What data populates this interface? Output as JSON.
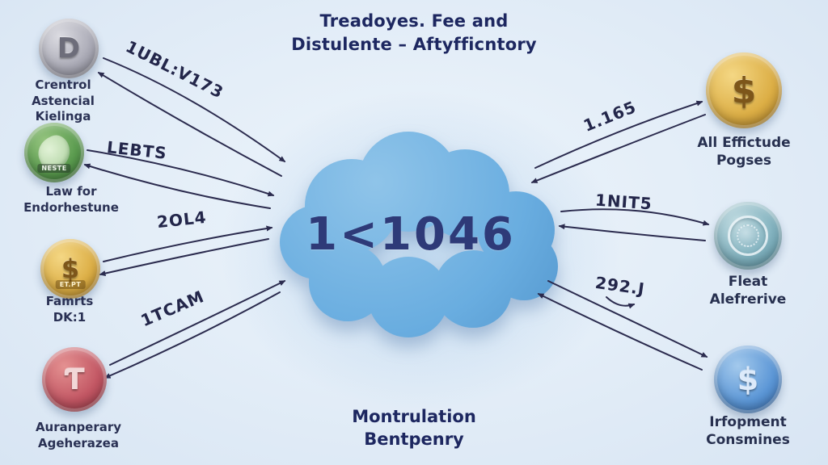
{
  "title": {
    "line1": "Treadoyes. Fee and",
    "line2": "Distulente – Aftyfficntory"
  },
  "footer": {
    "line1": "Montrulation",
    "line2": "Bentpenry"
  },
  "cloud": {
    "value": "1<1046"
  },
  "left_nodes": [
    {
      "icon": "letter-d-coin-icon",
      "glyph": "D",
      "badge": "",
      "label1": "Crentrol",
      "label2": "Astencial",
      "label3": "Kielinga",
      "edge_label": "1UBL:V173"
    },
    {
      "icon": "hand-plant-coin-icon",
      "glyph": "",
      "badge": "NESTE",
      "label1": "Law for",
      "label2": "Endorhestune",
      "label3": "",
      "edge_label": "LEBTS"
    },
    {
      "icon": "dollar-coin-icon",
      "glyph": "$",
      "badge": "ET.PT",
      "label1": "Famrts",
      "label2": "DK:1",
      "label3": "",
      "edge_label": "2OL4"
    },
    {
      "icon": "letter-t-coin-icon",
      "glyph": "Ƭ",
      "badge": "",
      "label1": "Auranperary",
      "label2": "Ageherazea",
      "label3": "",
      "edge_label": "1TCAM"
    }
  ],
  "right_nodes": [
    {
      "icon": "dollar-coin-icon",
      "glyph": "$",
      "label1": "All Effictude",
      "label2": "Pogses",
      "edge_label": "1.165"
    },
    {
      "icon": "emblem-seal-coin-icon",
      "glyph": "",
      "label1": "Fleat",
      "label2": "Alefrerive",
      "edge_label": "1NIT5"
    },
    {
      "icon": "dollar-coin-icon",
      "glyph": "$",
      "label1": "Irfopment",
      "label2": "Consmines",
      "edge_label": "292.J"
    }
  ],
  "colors": {
    "arrow": "#2b2b4e",
    "cloud_fill": "#5fa3d8",
    "text": "#1d2760"
  }
}
